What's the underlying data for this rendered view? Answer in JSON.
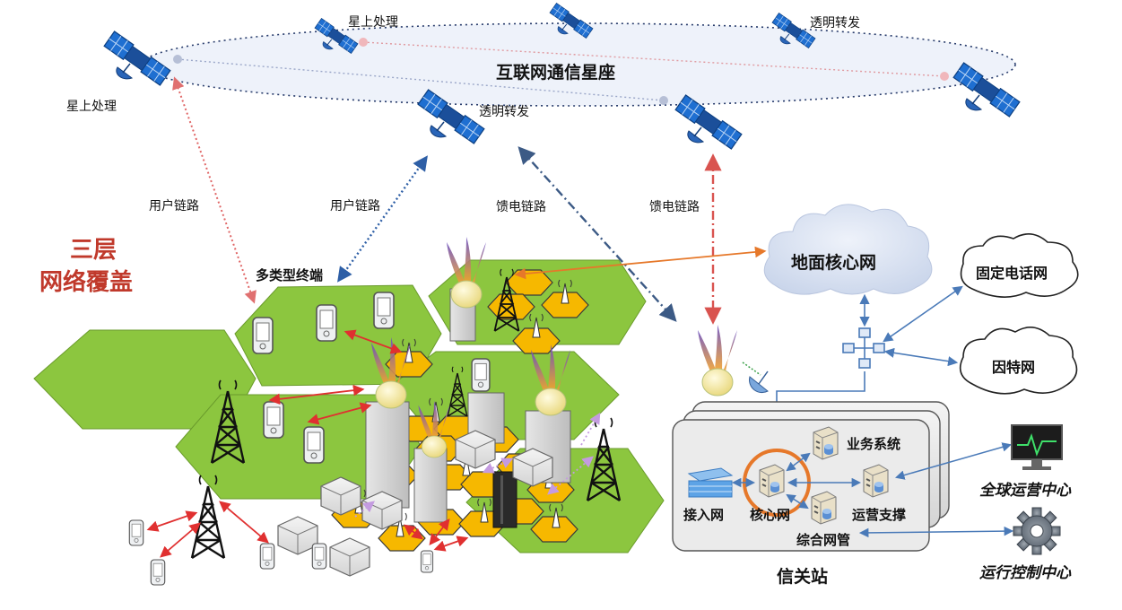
{
  "constellation": {
    "title": "互联网通信星座",
    "onboard_processing_label": "星上处理",
    "transparent_forwarding_label": "透明转发"
  },
  "links": {
    "user_link_label": "用户链路",
    "feeder_link_label": "馈电链路"
  },
  "coverage": {
    "line1": "三层",
    "line2": "网络覆盖"
  },
  "terminals": {
    "label": "多类型终端"
  },
  "ground_core": {
    "label": "地面核心网"
  },
  "external_networks": {
    "fixed_phone": "固定电话网",
    "internet": "因特网"
  },
  "gateway": {
    "label": "信关站",
    "access_network": "接入网",
    "core_network": "核心网",
    "business_system": "业务系统",
    "operation_support": "运营支撑",
    "integrated_management": "综合网管"
  },
  "centers": {
    "global_operation": "全球运营中心",
    "operation_control": "运行控制中心"
  },
  "colors": {
    "hex_green": "#8cc63f",
    "hex_yellow": "#f6b800",
    "user_link_red": "#e06666",
    "user_link_blue": "#2e5fa6",
    "feeder_blue": "#3c5a85",
    "feeder_red": "#d9534f",
    "coverage_title_red": "#c0392b",
    "orange_link": "#e6782a"
  }
}
